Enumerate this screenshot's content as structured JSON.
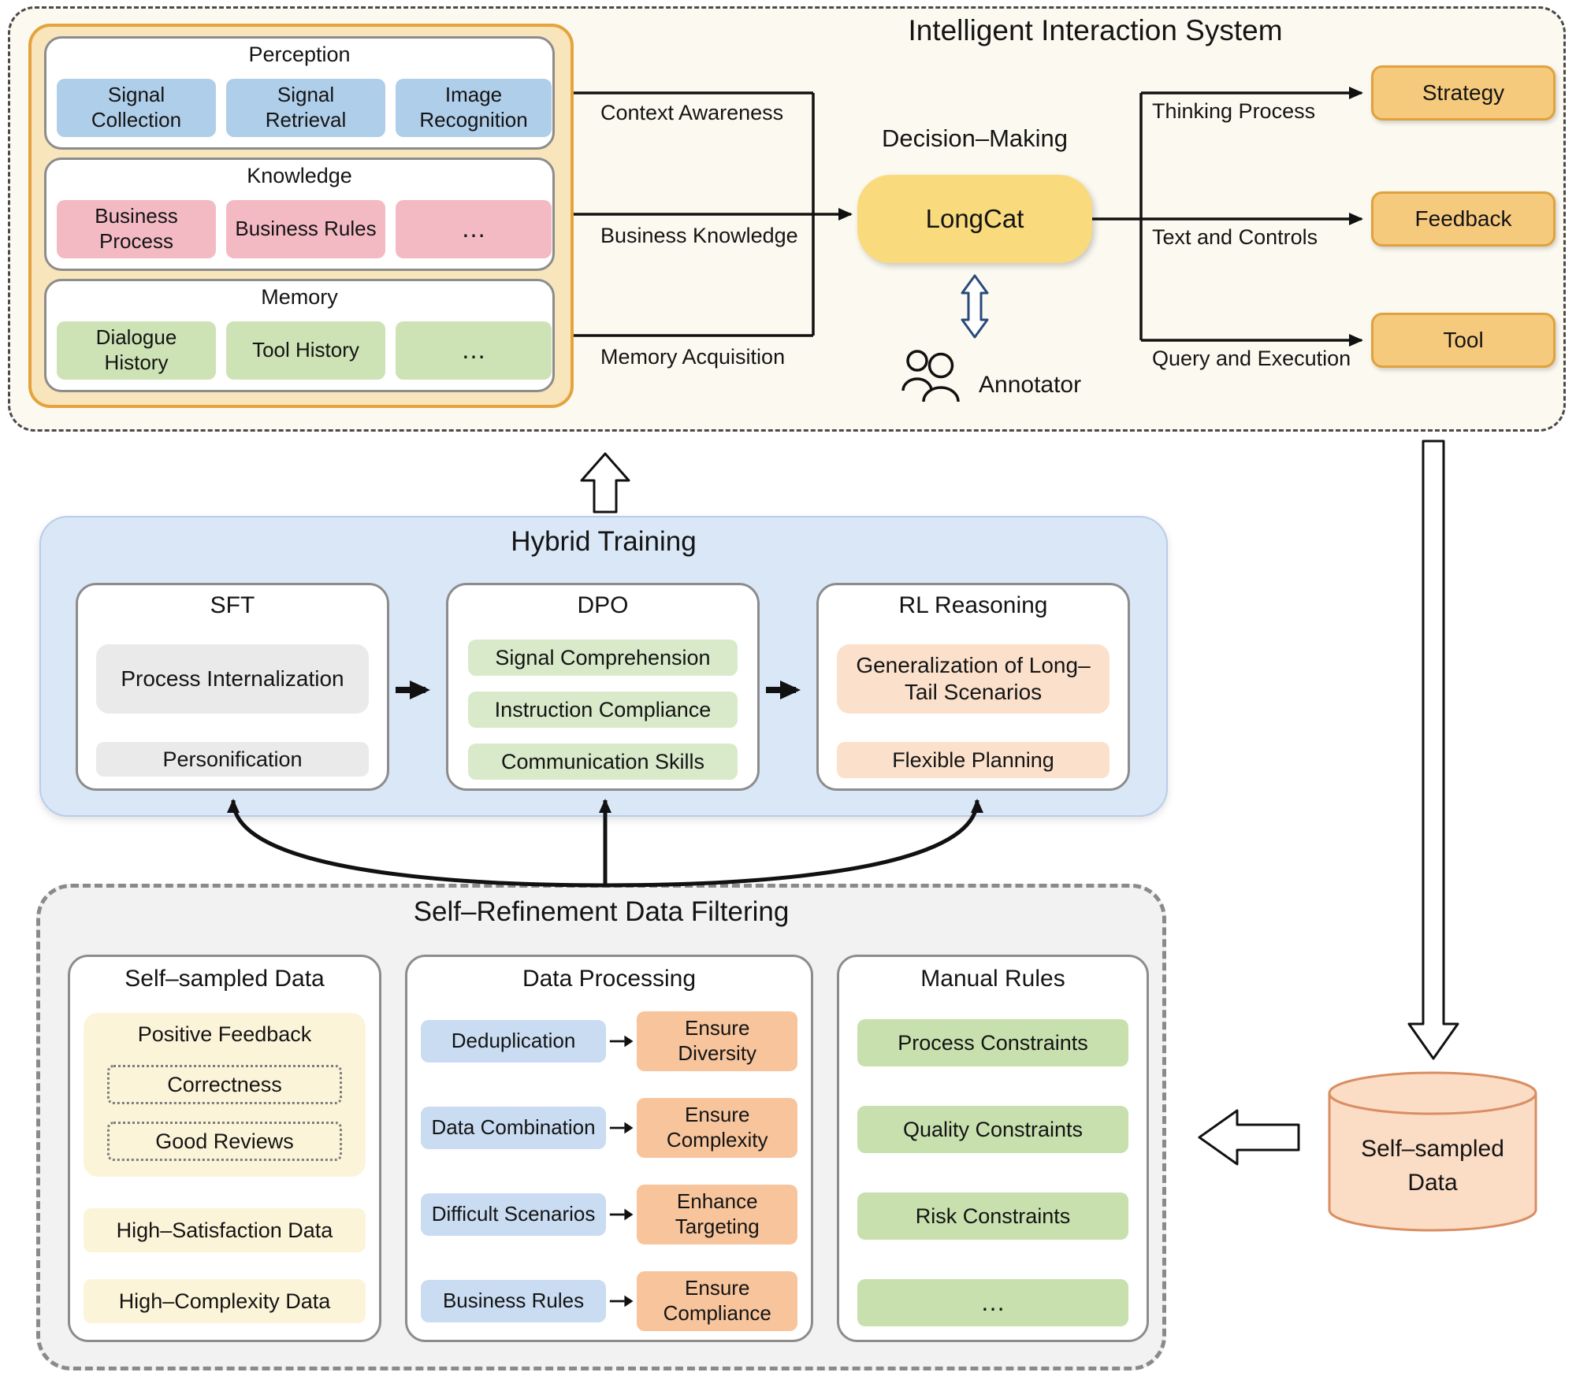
{
  "system": {
    "title": "Intelligent Interaction System",
    "perception": {
      "title": "Perception",
      "items": [
        "Signal Collection",
        "Signal Retrieval",
        "Image Recognition"
      ]
    },
    "knowledge": {
      "title": "Knowledge",
      "items": [
        "Business Process",
        "Business Rules",
        "…"
      ]
    },
    "memory": {
      "title": "Memory",
      "items": [
        "Dialogue History",
        "Tool History",
        "…"
      ]
    },
    "input_labels": [
      "Context Awareness",
      "Business Knowledge",
      "Memory Acquisition"
    ],
    "decision_title": "Decision–Making",
    "model_name": "LongCat",
    "annotator_label": "Annotator",
    "output_labels": [
      "Thinking Process",
      "Text and Controls",
      "Query and Execution"
    ],
    "outputs": [
      "Strategy",
      "Feedback",
      "Tool"
    ]
  },
  "training": {
    "title": "Hybrid Training",
    "stages": [
      {
        "title": "SFT",
        "items": [
          "Process Internalization",
          "Personification"
        ]
      },
      {
        "title": "DPO",
        "items": [
          "Signal Comprehension",
          "Instruction Compliance",
          "Communication Skills"
        ]
      },
      {
        "title": "RL Reasoning",
        "items": [
          "Generalization of Long–Tail Scenarios",
          "Flexible Planning"
        ]
      }
    ]
  },
  "filtering": {
    "title": "Self–Refinement Data Filtering",
    "self_sampled": {
      "title": "Self–sampled Data",
      "positive_feedback": "Positive Feedback",
      "feedback_items": [
        "Correctness",
        "Good Reviews"
      ],
      "pills": [
        "High–Satisfaction Data",
        "High–Complexity Data"
      ]
    },
    "processing": {
      "title": "Data Processing",
      "rows": [
        {
          "from": "Deduplication",
          "to": "Ensure Diversity"
        },
        {
          "from": "Data Combination",
          "to": "Ensure Complexity"
        },
        {
          "from": "Difficult Scenarios",
          "to": "Enhance Targeting"
        },
        {
          "from": "Business Rules",
          "to": "Ensure Compliance"
        }
      ]
    },
    "manual": {
      "title": "Manual Rules",
      "items": [
        "Process Constraints",
        "Quality Constraints",
        "Risk Constraints",
        "…"
      ]
    }
  },
  "datastore": {
    "label": "Self–sampled Data"
  },
  "colors": {
    "perception_pill": "#AFCEE9",
    "knowledge_pill": "#F4BAC4",
    "memory_pill": "#CDE3B5",
    "model_fill": "#F9DB7E",
    "output_fill": "#F6CA7D",
    "training_bg": "#DAE7F7",
    "sft_pill": "#EAEAEA",
    "dpo_pill": "#D8EACA",
    "rl_pill": "#FBE1CC",
    "yellow_pill": "#FCF4D8",
    "process_blue": "#C9DCF2",
    "process_orange": "#F7C49C",
    "rules_green": "#C7E0AE",
    "datastore_fill": "#FBDCC4"
  }
}
